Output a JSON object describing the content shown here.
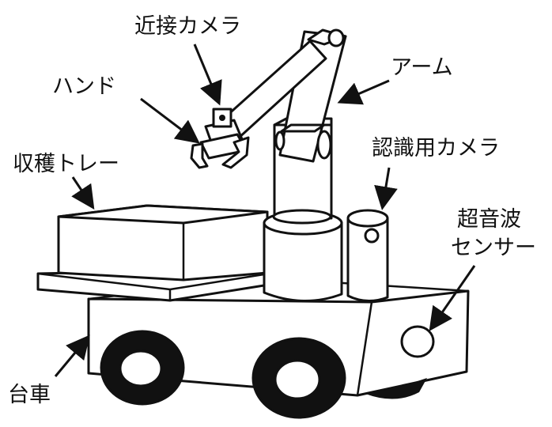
{
  "labels": {
    "proximity_camera": "近接カメラ",
    "hand": "ハンド",
    "arm": "アーム",
    "harvest_tray": "収穫トレー",
    "recognition_camera": "認識用カメラ",
    "ultrasonic_sensor_line1": "超音波",
    "ultrasonic_sensor_line2": "センサー",
    "cart": "台車"
  },
  "colors": {
    "line": "#111111",
    "fill": "#ffffff"
  }
}
